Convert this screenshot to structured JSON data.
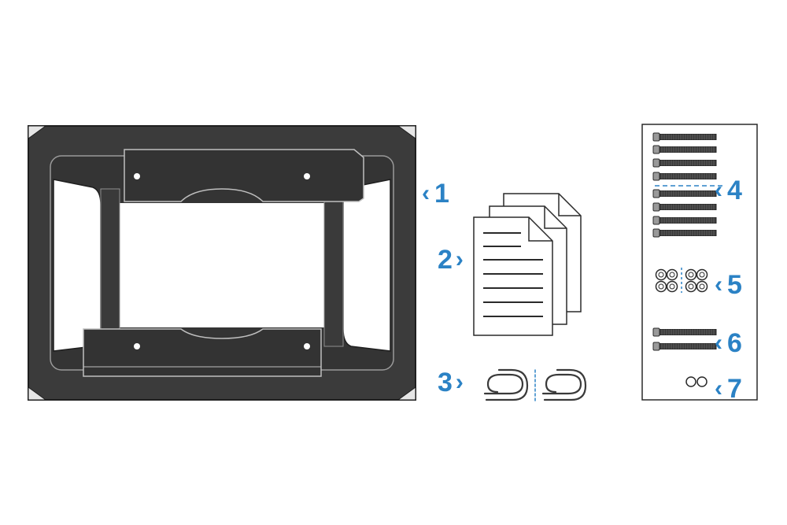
{
  "colors": {
    "accent": "#2b82c5",
    "metal": "#3b3b3b",
    "metal_dark": "#1f1f1f",
    "edge": "#b9b9b9",
    "paper": "#ffffff",
    "line": "#2a2a2a"
  },
  "callouts": [
    {
      "id": "1",
      "label": "1",
      "arrow": "left",
      "part": "mounting-frame"
    },
    {
      "id": "2",
      "label": "2",
      "arrow": "right",
      "part": "documents"
    },
    {
      "id": "3",
      "label": "3",
      "arrow": "right",
      "part": "clips"
    },
    {
      "id": "4",
      "label": "4",
      "arrow": "left",
      "part": "long-screws"
    },
    {
      "id": "5",
      "label": "5",
      "arrow": "left",
      "part": "washers"
    },
    {
      "id": "6",
      "label": "6",
      "arrow": "left",
      "part": "short-screws"
    },
    {
      "id": "7",
      "label": "7",
      "arrow": "left",
      "part": "spacers"
    }
  ],
  "arrow_glyphs": {
    "left": "‹",
    "right": "›"
  }
}
